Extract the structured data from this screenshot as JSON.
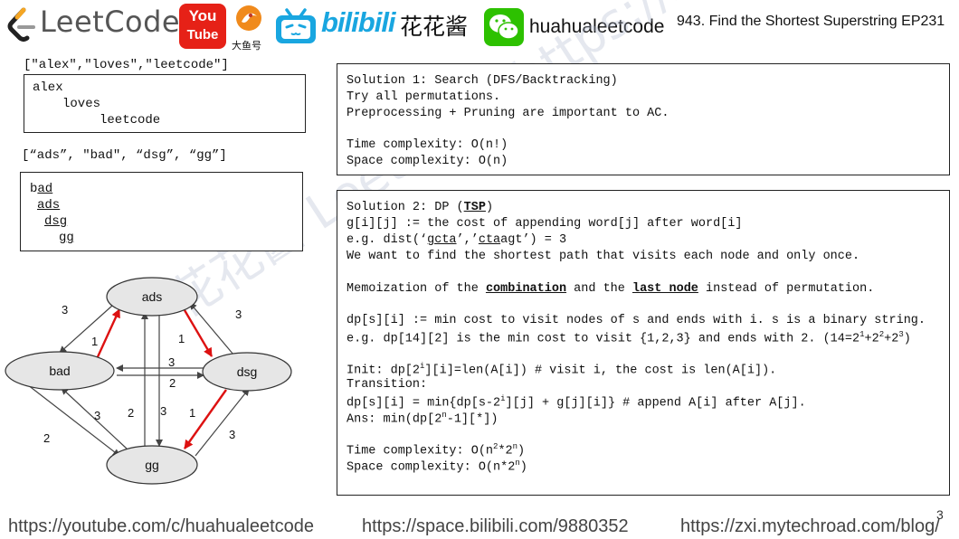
{
  "header": {
    "logo_text": "LeetCode",
    "youtube_you": "You",
    "youtube_tube": "Tube",
    "douyu_label": "大鱼号",
    "bilibili_text": "bilibili",
    "chinese_name": "花花酱",
    "wechat_name": "huahualeetcode",
    "episode_title": "943. Find the Shortest Superstring EP231"
  },
  "example1": {
    "label": "[\"alex\",\"loves\",\"leetcode\"]",
    "lines": [
      "alex",
      "loves",
      "leetcode"
    ]
  },
  "example2": {
    "label": "[“ads”, \"bad\", “dsg”, “gg”]",
    "line1_a": "b",
    "line1_b": "ad",
    "line2": "ads",
    "line3": "dsg",
    "line4_a": "g",
    "line4_b": "g"
  },
  "graph": {
    "nodes": {
      "ads": "ads",
      "bad": "bad",
      "dsg": "dsg",
      "gg": "gg"
    },
    "edge_labels": [
      "3",
      "1",
      "3",
      "1",
      "3",
      "2",
      "3",
      "2",
      "3",
      "1",
      "2",
      "3"
    ],
    "highlight_color": "#dd1111"
  },
  "solution1": {
    "title": "Solution 1: Search (DFS/Backtracking)",
    "line2": "Try all permutations.",
    "line3": "Preprocessing + Pruning are important to AC.",
    "time": "Time complexity: O(n!)",
    "space": "Space complexity: O(n)"
  },
  "solution2": {
    "title_prefix": "Solution 2: DP (",
    "title_tsp": "TSP",
    "title_suffix": ")",
    "g_def": "g[i][j] := the cost of appending word[j] after word[i]",
    "eg_prefix": "e.g. dist(‘",
    "eg_gcta": "gcta",
    "eg_mid": "’,’",
    "eg_cta": "cta",
    "eg_suffix": "agt’) = 3",
    "want": "We want to find the shortest path that visits each node and only once.",
    "memo_prefix": "Memoization of the ",
    "memo_combination": "combination",
    "memo_mid": " and the ",
    "memo_last_node": "last node",
    "memo_suffix": " instead of permutation.",
    "dp_def": "dp[s][i] := min cost to visit nodes of s and ends with i. s is a binary string.",
    "dp_eg_prefix": "e.g. dp[14][2] is the min cost to visit {1,2,3} and ends with 2. (14=2",
    "dp_eg_p1": "1",
    "dp_eg_plus1": "+2",
    "dp_eg_p2": "2",
    "dp_eg_plus2": "+2",
    "dp_eg_p3": "3",
    "dp_eg_close": ")",
    "init_prefix": "Init: dp[2",
    "init_sup": "i",
    "init_suffix": "][i]=len(A[i]) # visit i, the cost is len(A[i]).",
    "transition": "Transition:",
    "trans_prefix": "dp[s][i] = min{dp[s-2",
    "trans_sup": "i",
    "trans_suffix": "][j] + g[j][i]} # append A[i] after A[j].",
    "ans_prefix": "Ans: min(dp[2",
    "ans_sup": "n",
    "ans_suffix": "-1][*])",
    "time_prefix": "Time complexity: O(n",
    "time_sup1": "2",
    "time_mid": "*2",
    "time_sup2": "n",
    "time_suffix": ")",
    "space_prefix": "Space complexity: O(n*2",
    "space_sup": "n",
    "space_suffix": ")"
  },
  "watermark": "花花酱 LeetCode https://zxi.mytechroad.com/blog/",
  "footer": {
    "youtube_url": "https://youtube.com/c/huahualeetcode",
    "bilibili_url": "https://space.bilibili.com/9880352",
    "blog_url": "https://zxi.mytechroad.com/blog/",
    "page_number": "3"
  },
  "colors": {
    "youtube_red": "#e62117",
    "bilibili_blue": "#19a6e0",
    "wechat_green": "#2dc100",
    "douyu_orange": "#f08a1c"
  }
}
